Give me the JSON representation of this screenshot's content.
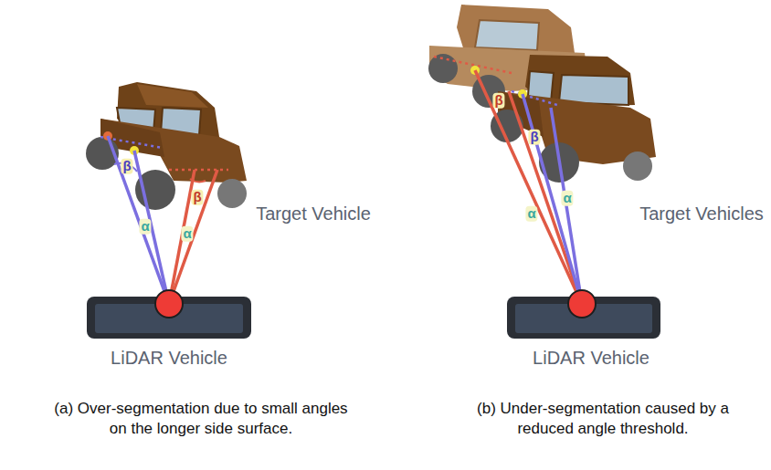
{
  "diagram": {
    "labels": [
      "β",
      "β",
      "α",
      "α",
      "Target Vehicle",
      "LiDAR Vehicle",
      "(a) Over-segmentation due to small angles on the longer side surface.",
      "β",
      "β",
      "α",
      "α",
      "Target Vehicles",
      "LiDAR Vehicle",
      "(b) Under-segmentation caused by a reduced angle threshold."
    ]
  }
}
